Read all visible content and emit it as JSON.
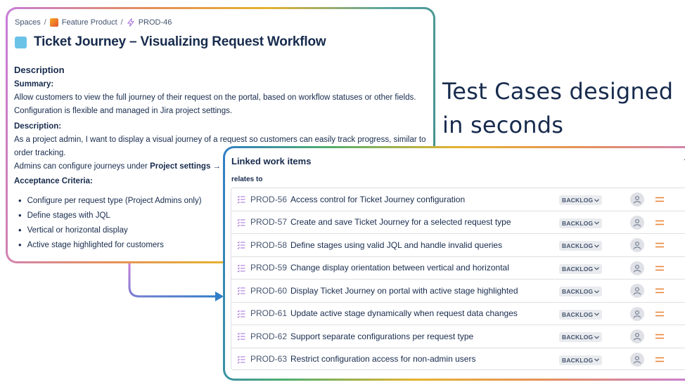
{
  "breadcrumb": {
    "spaces": "Spaces",
    "sep": "/",
    "project": "Feature Product",
    "project_icon": "folder-icon",
    "issue_key": "PROD-46",
    "issue_icon": "lightning-icon"
  },
  "issue": {
    "title": "Ticket Journey – Visualizing Request Workflow",
    "title_icon_color": "#6cc3e8",
    "description_heading": "Description",
    "summary_label": "Summary:",
    "summary_text": "Allow customers to view the full journey of their request on the portal, based on workflow statuses or other fields. Configuration is flexible and managed in Jira project settings.",
    "description_label": "Description:",
    "description_text": "As a project admin, I want to display a visual journey of a request so customers can easily track progress, similar to order tracking.",
    "admins_prefix": "Admins can configure journeys under ",
    "admins_bold": "Project settings → Apps",
    "acceptance_label": "Acceptance Criteria:",
    "criteria": [
      "Configure per request type (Project Admins only)",
      "Define stages with JQL",
      "Vertical or horizontal display",
      "Active stage highlighted for customers"
    ]
  },
  "headline": {
    "line1": "Test Cases designed",
    "line2": "in seconds"
  },
  "linked": {
    "title": "Linked work items",
    "add_label": "+",
    "relation": "relates to",
    "items": [
      {
        "key": "PROD-56",
        "summary": "Access control for Ticket Journey configuration",
        "status": "BACKLOG"
      },
      {
        "key": "PROD-57",
        "summary": "Create and save Ticket Journey for a selected request type",
        "status": "BACKLOG"
      },
      {
        "key": "PROD-58",
        "summary": "Define stages using valid JQL and handle invalid queries",
        "status": "BACKLOG"
      },
      {
        "key": "PROD-59",
        "summary": "Change display orientation between vertical and horizontal",
        "status": "BACKLOG"
      },
      {
        "key": "PROD-60",
        "summary": "Display Ticket Journey on portal with active stage highlighted",
        "status": "BACKLOG"
      },
      {
        "key": "PROD-61",
        "summary": "Update active stage dynamically when request data changes",
        "status": "BACKLOG"
      },
      {
        "key": "PROD-62",
        "summary": "Support separate configurations per request type",
        "status": "BACKLOG"
      },
      {
        "key": "PROD-63",
        "summary": "Restrict configuration access for non-admin users",
        "status": "BACKLOG"
      }
    ],
    "row_icon": "subtask-list-icon",
    "avatar_icon": "user-icon",
    "priority_icon": "priority-medium-icon",
    "priority_color": "#e8863a"
  },
  "colors": {
    "accent_purple": "#c77dd9",
    "accent_orange": "#e58f5a",
    "accent_yellow": "#e5b22f",
    "accent_teal": "#3d8c8c",
    "accent_blue": "#2f7ec7"
  }
}
